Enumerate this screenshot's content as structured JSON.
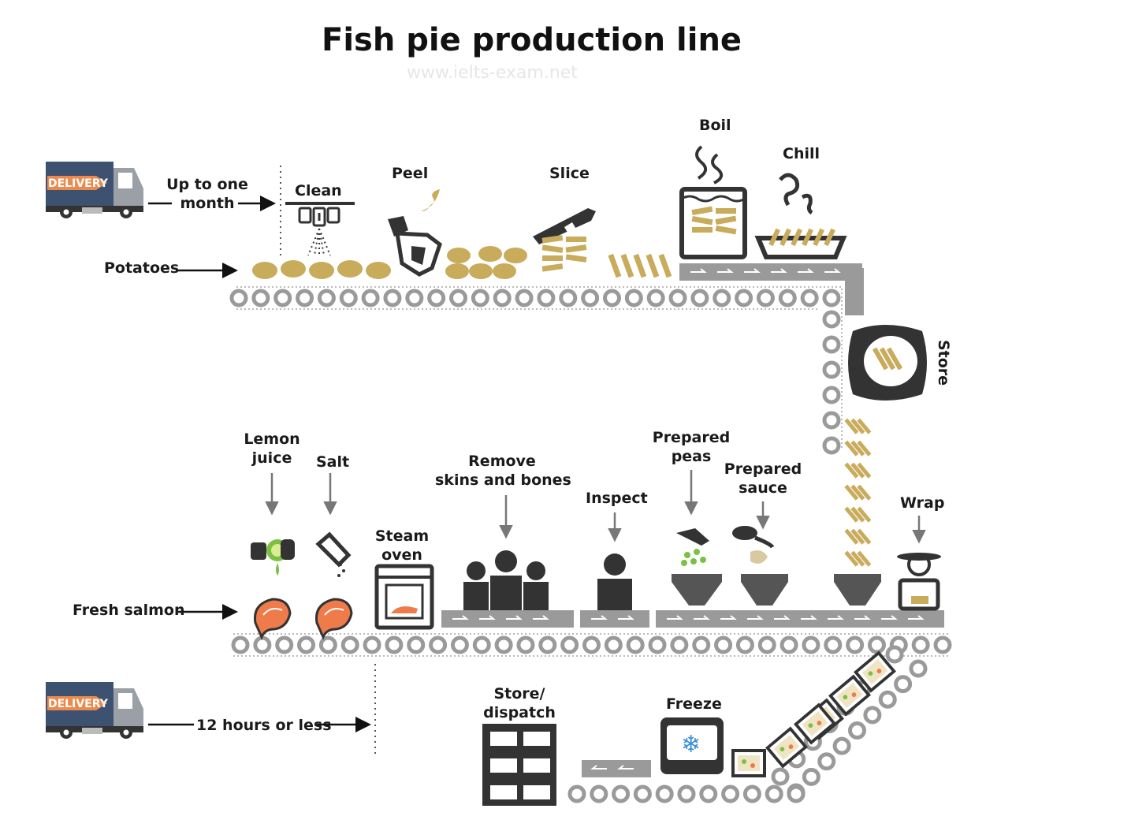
{
  "title": "Fish pie production line",
  "watermark": "www.ielts-exam.net",
  "trucks": {
    "label": "DELIVERY"
  },
  "potato_line": {
    "delivery_time": [
      "Up to one",
      "month"
    ],
    "input": "Potatoes",
    "steps": {
      "clean": "Clean",
      "peel": "Peel",
      "slice": "Slice",
      "boil": "Boil",
      "chill": "Chill",
      "store": "Store"
    }
  },
  "salmon_line": {
    "delivery_time": "12 hours or less",
    "input": "Fresh salmon",
    "steps": {
      "lemon": [
        "Lemon",
        "juice"
      ],
      "salt": "Salt",
      "steam": [
        "Steam",
        "oven"
      ],
      "remove": [
        "Remove",
        "skins and bones"
      ],
      "inspect": "Inspect",
      "peas": [
        "Prepared",
        "peas"
      ],
      "sauce": [
        "Prepared",
        "sauce"
      ],
      "wrap": "Wrap",
      "freeze": "Freeze",
      "dispatch": [
        "Store/",
        "dispatch"
      ]
    }
  },
  "colors": {
    "potato": "#c9ab5c",
    "salmon": "#ef7b4a",
    "truck_blue": "#3d5170",
    "truck_orange": "#ec8a4c",
    "belt_grey": "#9a9a9a",
    "dark": "#333333",
    "pea_green": "#7bc043",
    "snow_blue": "#3a8fd6"
  }
}
